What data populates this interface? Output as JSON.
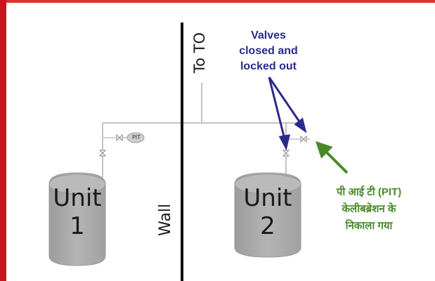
{
  "colors": {
    "frame_red": "#c8141e",
    "callout_blue": "#2a2a8c",
    "callout_green": "#4a8a2a",
    "pipe_gray": "#bfbfbf",
    "tank_gray": "#a8a8a8"
  },
  "to_to_label": "To TO",
  "wall_label": "Wall",
  "pit_label": "PIT",
  "unit1": {
    "line1": "Unit",
    "line2": "1"
  },
  "unit2": {
    "line1": "Unit",
    "line2": "2"
  },
  "valves_callout": [
    "Valves",
    "closed and",
    "locked out"
  ],
  "pit_callout": [
    "पी आई टी (PIT)",
    "केलीबब्रेशन के",
    "निकाला गया"
  ],
  "icons": [
    "valve-icon",
    "pressure-indicator-icon",
    "arrow-icon"
  ]
}
